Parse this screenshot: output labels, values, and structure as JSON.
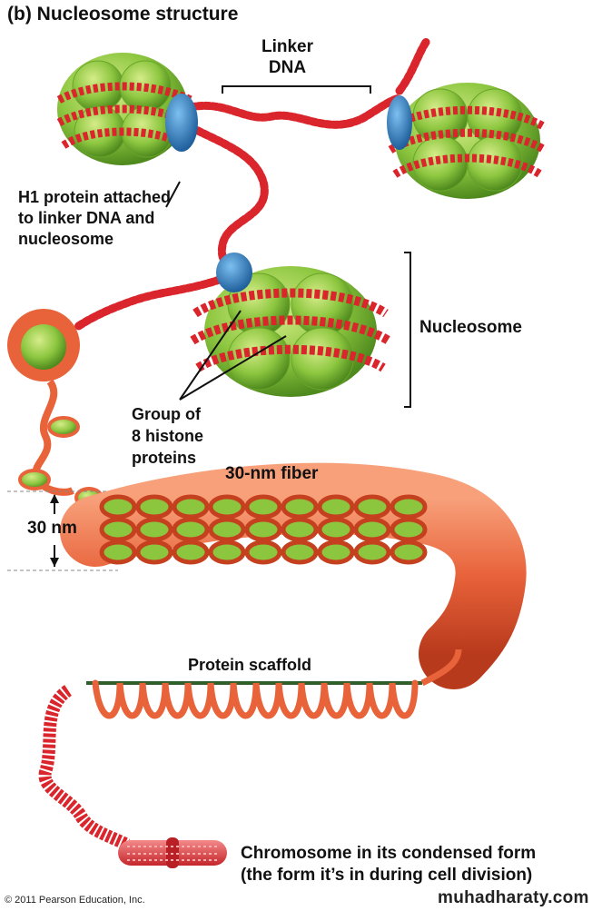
{
  "title": "(b) Nucleosome structure",
  "labels": {
    "linker_dna_line1": "Linker",
    "linker_dna_line2": "DNA",
    "h1_line1": "H1 protein attached",
    "h1_line2": "to linker DNA and",
    "h1_line3": "nucleosome",
    "nucleosome": "Nucleosome",
    "group_line1": "Group of",
    "group_line2": "8 histone",
    "group_line3": "proteins",
    "fiber": "30-nm fiber",
    "thirty_nm": "30 nm",
    "scaffold": "Protein scaffold",
    "chromosome_bold": "Chromosome",
    "chromosome_rest": " in its condensed form",
    "chromosome_line2": "(the form it’s in during cell division)"
  },
  "credits": {
    "copyright": "© 2011 Pearson Education, Inc.",
    "watermark": "muhadharaty.com"
  },
  "colors": {
    "dna_red": "#d9252b",
    "dna_stripe": "#f3b24a",
    "histone_green": "#8cc63f",
    "histone_dark": "#5e9b24",
    "h1_blue": "#2f7fc1",
    "fiber_orange": "#e8623a",
    "scaffold_green": "#2f5f2a"
  }
}
